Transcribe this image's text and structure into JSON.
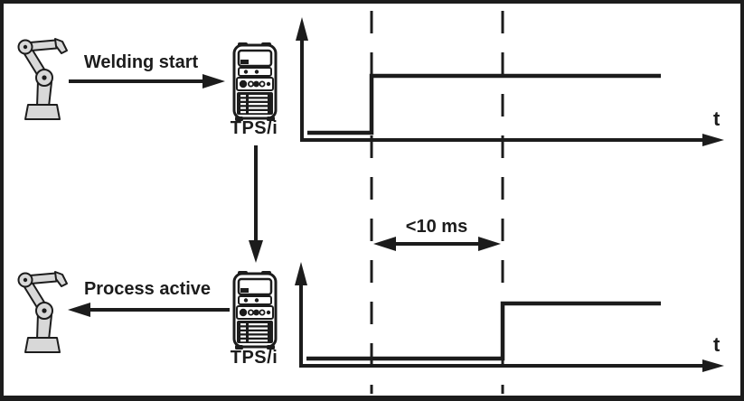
{
  "figure_type": "robot-welder-signal-timing-diagram",
  "top_sequence": {
    "message_label": "Welding start",
    "device_label": "TPS/i",
    "axis_label": "t",
    "direction": "robot-to-power-source"
  },
  "bottom_sequence": {
    "message_label": "Process active",
    "device_label": "TPS/i",
    "axis_label": "t",
    "direction": "power-source-to-robot"
  },
  "delay_label": "<10 ms",
  "icons": {
    "robot": "robot-arm-icon",
    "device": "welding-power-source-icon"
  },
  "colors": {
    "ink": "#1c1c1c",
    "robot_fill": "#d8d8d8",
    "background": "#ffffff"
  },
  "chart_data": [
    {
      "type": "line",
      "title": "Welding start signal",
      "xlabel": "t",
      "x": [
        0,
        1,
        1,
        5
      ],
      "y": [
        0,
        0,
        1,
        1
      ],
      "note": "step signal rises at first dashed marker"
    },
    {
      "type": "line",
      "title": "Process active signal",
      "xlabel": "t",
      "x": [
        0,
        2.85,
        2.85,
        5
      ],
      "y": [
        0,
        0,
        1,
        1
      ],
      "note": "step signal rises at second dashed marker, <10 ms after welding start rise"
    }
  ]
}
